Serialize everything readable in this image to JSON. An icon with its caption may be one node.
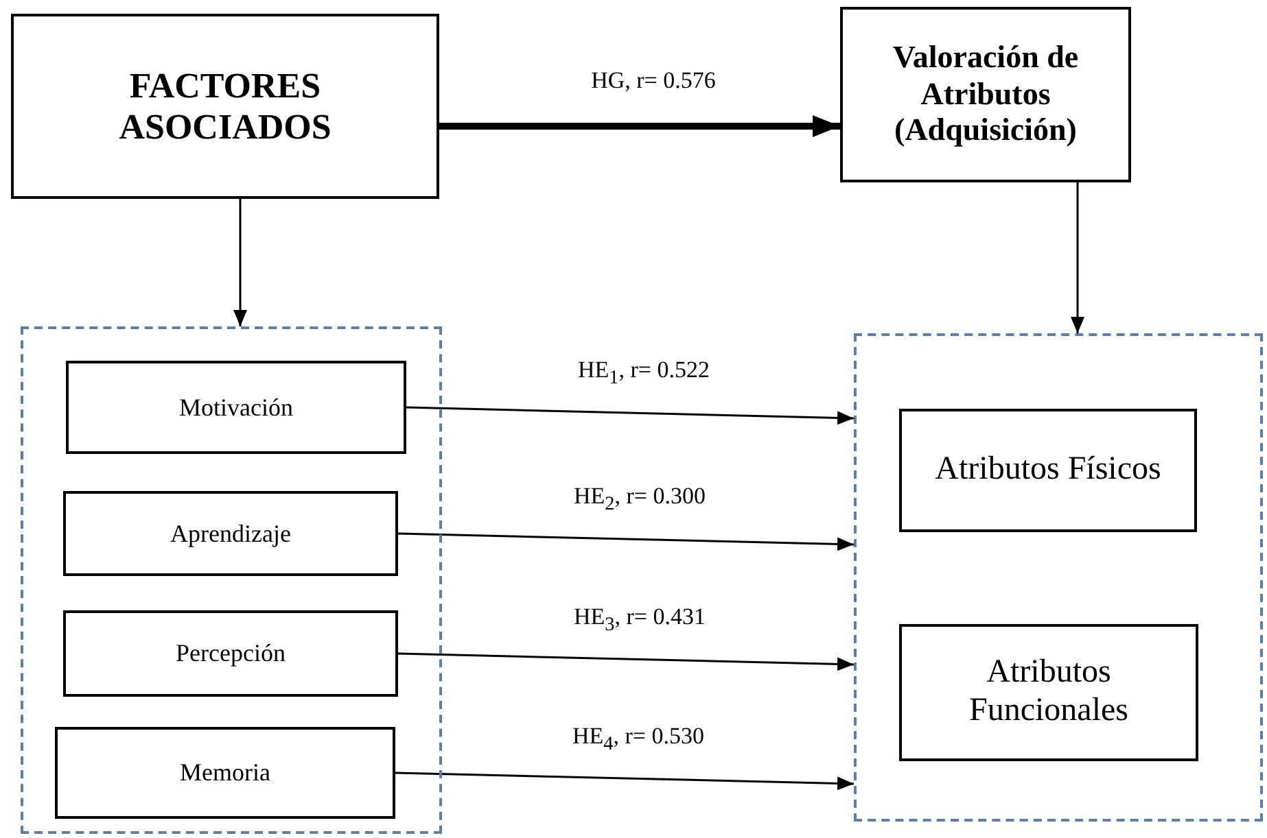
{
  "diagram": {
    "nodes": [
      {
        "text": [
          "FACTORES ASOCIADOS"
        ]
      },
      {
        "text": [
          "Valoración de Atributos (Adquisición)"
        ]
      },
      {
        "text": [],
        "shape": "box"
      },
      {
        "text": [
          "Motivación"
        ],
        "in": 2
      },
      {
        "text": [
          "Aprendizaje"
        ],
        "in": 2
      },
      {
        "text": [
          "Percepción"
        ],
        "in": 2
      },
      {
        "text": [
          "Memoria"
        ],
        "in": 2
      },
      {
        "text": [],
        "shape": "box"
      },
      {
        "text": [
          "Atributos Físicos"
        ],
        "in": 7
      },
      {
        "text": [
          "Atributos Funcionales"
        ],
        "in": 7
      }
    ],
    "edges": [
      {
        "from": 0,
        "to": 1,
        "arrow": "to",
        "label": "HG, r= 0.576",
        "style": "thick"
      },
      {
        "from": 0,
        "to": 2,
        "arrow": "to"
      },
      {
        "from": 1,
        "to": 7,
        "arrow": "to"
      },
      {
        "from": 3,
        "to": 7,
        "arrow": "to",
        "label": "HE$_{1}$, r= 0.522"
      },
      {
        "from": 4,
        "to": 7,
        "arrow": "to",
        "label": "HE$_{2}$, r= 0.300"
      },
      {
        "from": 5,
        "to": 7,
        "arrow": "to",
        "label": "HE$_{3}$, r= 0.431"
      },
      {
        "from": 6,
        "to": 7,
        "arrow": "to",
        "label": "HE$_{4}$, r= 0.530"
      }
    ]
  }
}
